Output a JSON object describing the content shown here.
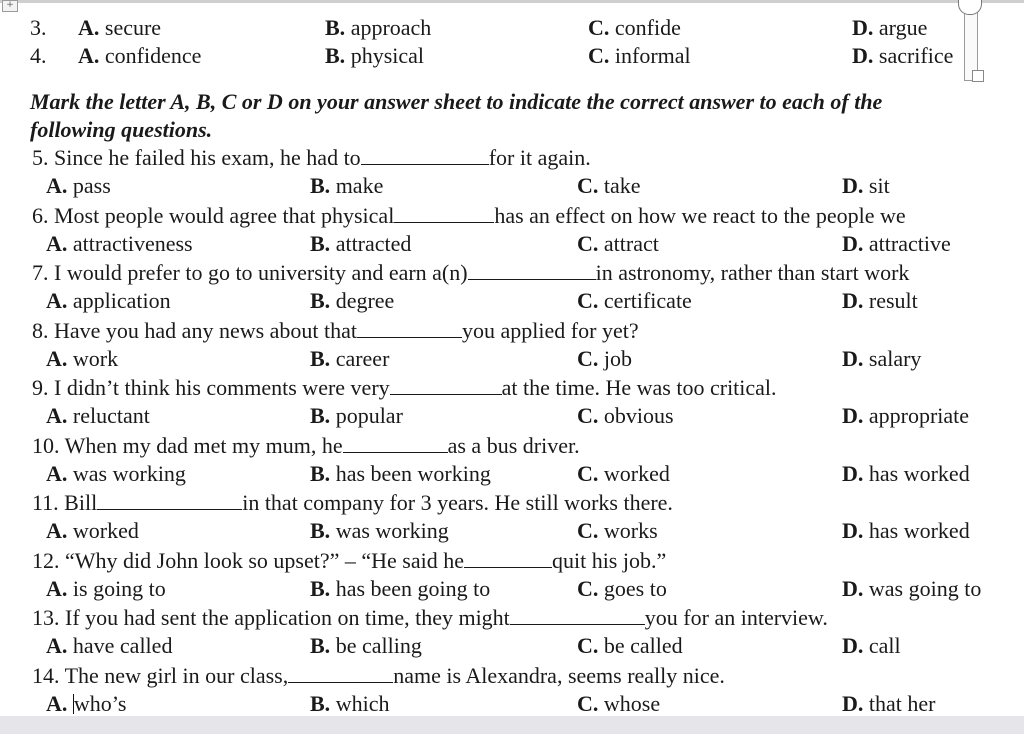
{
  "prev_questions": [
    {
      "number": "3.",
      "options": [
        {
          "letter": "A.",
          "text": "secure"
        },
        {
          "letter": "B.",
          "text": "approach"
        },
        {
          "letter": "C.",
          "text": "confide"
        },
        {
          "letter": "D.",
          "text": "argue"
        }
      ]
    },
    {
      "number": "4.",
      "options": [
        {
          "letter": "A.",
          "text": "confidence"
        },
        {
          "letter": "B.",
          "text": "physical"
        },
        {
          "letter": "C.",
          "text": "informal"
        },
        {
          "letter": "D.",
          "text": "sacrifice"
        }
      ]
    }
  ],
  "instruction_line1": "Mark the letter A, B, C or D on your answer sheet to indicate the correct answer to each of the",
  "instruction_line2": "following questions.",
  "questions": [
    {
      "before": "5. Since he failed his exam, he had to",
      "after": "for it again.",
      "options": [
        {
          "letter": "A.",
          "text": "pass"
        },
        {
          "letter": "B.",
          "text": "make"
        },
        {
          "letter": "C.",
          "text": "take"
        },
        {
          "letter": "D.",
          "text": "sit"
        }
      ]
    },
    {
      "before": "6. Most people would agree that physical",
      "after": "has an effect on how we react to the people we",
      "options": [
        {
          "letter": "A.",
          "text": "attractiveness"
        },
        {
          "letter": "B.",
          "text": "attracted"
        },
        {
          "letter": "C.",
          "text": "attract"
        },
        {
          "letter": "D.",
          "text": "attractive"
        }
      ]
    },
    {
      "before": "7. I would prefer to go to university and earn a(n)",
      "after": "in astronomy, rather than start work",
      "options": [
        {
          "letter": "A.",
          "text": "application"
        },
        {
          "letter": "B.",
          "text": "degree"
        },
        {
          "letter": "C.",
          "text": "certificate"
        },
        {
          "letter": "D.",
          "text": "result"
        }
      ]
    },
    {
      "before": "8. Have you had any news about that",
      "after": "you applied for yet?",
      "options": [
        {
          "letter": "A.",
          "text": "work"
        },
        {
          "letter": "B.",
          "text": "career"
        },
        {
          "letter": "C.",
          "text": "job"
        },
        {
          "letter": "D.",
          "text": "salary"
        }
      ]
    },
    {
      "before": "9. I didn’t think his comments were very",
      "after": "at the time. He was too critical.",
      "options": [
        {
          "letter": "A.",
          "text": "reluctant"
        },
        {
          "letter": "B.",
          "text": "popular"
        },
        {
          "letter": "C.",
          "text": "obvious"
        },
        {
          "letter": "D.",
          "text": "appropriate"
        }
      ]
    },
    {
      "before": "10. When my dad met my mum, he",
      "after": "as a bus driver.",
      "options": [
        {
          "letter": "A.",
          "text": "was working"
        },
        {
          "letter": "B.",
          "text": "has been working"
        },
        {
          "letter": "C.",
          "text": "worked"
        },
        {
          "letter": "D.",
          "text": "has worked"
        }
      ]
    },
    {
      "before": "11. Bill",
      "after": "in that company for 3 years. He still works there.",
      "options": [
        {
          "letter": "A.",
          "text": "worked"
        },
        {
          "letter": "B.",
          "text": "was working"
        },
        {
          "letter": "C.",
          "text": "works"
        },
        {
          "letter": "D.",
          "text": "has worked"
        }
      ]
    },
    {
      "before": "12. “Why did John look so upset?” – “He said he",
      "after": "quit his job.”",
      "options": [
        {
          "letter": "A.",
          "text": "is going to"
        },
        {
          "letter": "B.",
          "text": "has been going to"
        },
        {
          "letter": "C.",
          "text": "goes to"
        },
        {
          "letter": "D.",
          "text": "was going to"
        }
      ]
    },
    {
      "before": "13. If you had sent the application on time, they might",
      "after": "you for an interview.",
      "options": [
        {
          "letter": "A.",
          "text": "have called"
        },
        {
          "letter": "B.",
          "text": "be calling"
        },
        {
          "letter": "C.",
          "text": "be called"
        },
        {
          "letter": "D.",
          "text": "call"
        }
      ]
    },
    {
      "before": "14. The new girl in our class,",
      "after": "name is Alexandra, seems really nice.",
      "options": [
        {
          "letter": "A.",
          "text": "who’s"
        },
        {
          "letter": "B.",
          "text": "which"
        },
        {
          "letter": "C.",
          "text": "whose"
        },
        {
          "letter": "D.",
          "text": "that her"
        }
      ]
    }
  ],
  "icons": {
    "table_move_handle": "table-move-handle-icon",
    "scroll_knob": "scroll-knob-icon"
  }
}
